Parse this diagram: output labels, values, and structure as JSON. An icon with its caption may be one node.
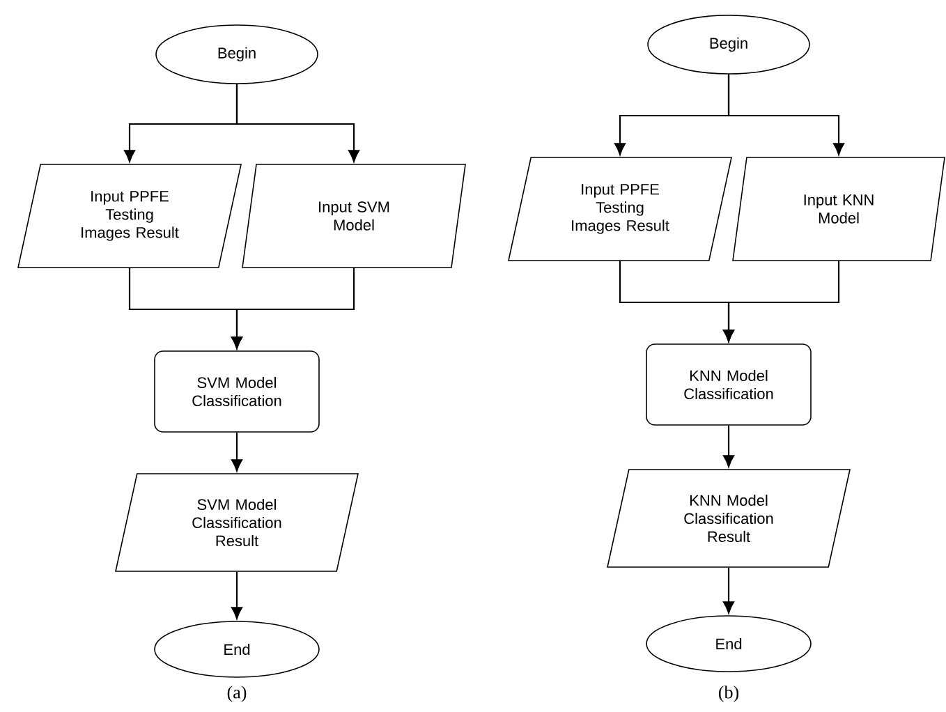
{
  "diagram": {
    "nodes": [
      {
        "text": [
          "Begin"
        ]
      },
      {
        "text": [
          "Input PPFE Testing Images Result"
        ]
      },
      {
        "text": [
          "Input SVM Model"
        ]
      },
      {
        "text": [
          "SVM Model Classification"
        ]
      },
      {
        "text": [
          "SVM Model Classification Result"
        ]
      },
      {
        "text": [
          "End"
        ]
      },
      {
        "text": [
          "Begin"
        ]
      },
      {
        "text": [
          "Input PPFE Testing Images Result"
        ]
      },
      {
        "text": [
          "Input KNN Model"
        ]
      },
      {
        "text": [
          "KNN Model Classification"
        ]
      },
      {
        "text": [
          "KNN Model Classification Result"
        ]
      },
      {
        "text": [
          "End"
        ]
      }
    ],
    "edges": [
      {
        "from": 0,
        "to": 1,
        "arrow": "to"
      },
      {
        "from": 0,
        "to": 2,
        "arrow": "to"
      },
      {
        "from": 1,
        "to": 3,
        "arrow": "to"
      },
      {
        "from": 2,
        "to": 3,
        "arrow": "to"
      },
      {
        "from": 3,
        "to": 4,
        "arrow": "to"
      },
      {
        "from": 4,
        "to": 5,
        "arrow": "to"
      },
      {
        "from": 6,
        "to": 7,
        "arrow": "to"
      },
      {
        "from": 6,
        "to": 8,
        "arrow": "to"
      },
      {
        "from": 7,
        "to": 9,
        "arrow": "to"
      },
      {
        "from": 8,
        "to": 9,
        "arrow": "to"
      },
      {
        "from": 9,
        "to": 10,
        "arrow": "to"
      },
      {
        "from": 10,
        "to": 11,
        "arrow": "to"
      }
    ],
    "labels": [
      "(a)",
      "(b)"
    ]
  }
}
